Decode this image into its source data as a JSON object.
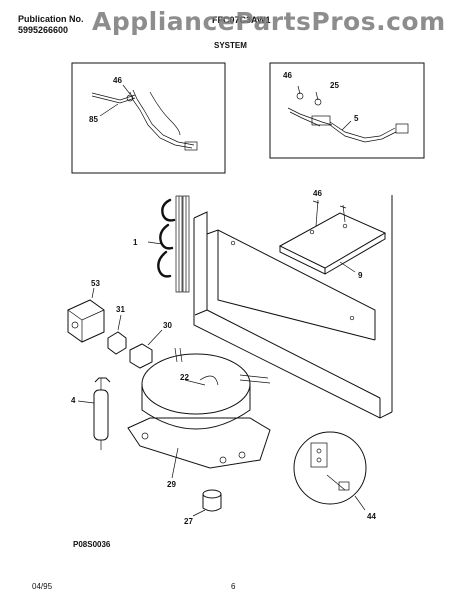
{
  "header": {
    "publication_label": "Publication No.",
    "publication_number": "5995266600",
    "model": "FFC07C3AW1",
    "title": "SYSTEM",
    "watermark": "AppliancePartsPros.com"
  },
  "callouts": {
    "c46_top_left": "46",
    "c85": "85",
    "c46_top_right": "46",
    "c25": "25",
    "c5": "5",
    "c46_mid": "46",
    "c1": "1",
    "c9": "9",
    "c53": "53",
    "c31": "31",
    "c30": "30",
    "c22": "22",
    "c4": "4",
    "c29": "29",
    "c27": "27",
    "c44": "44"
  },
  "footer": {
    "figure_code": "P08S0036",
    "date": "04/95",
    "page": "6"
  }
}
